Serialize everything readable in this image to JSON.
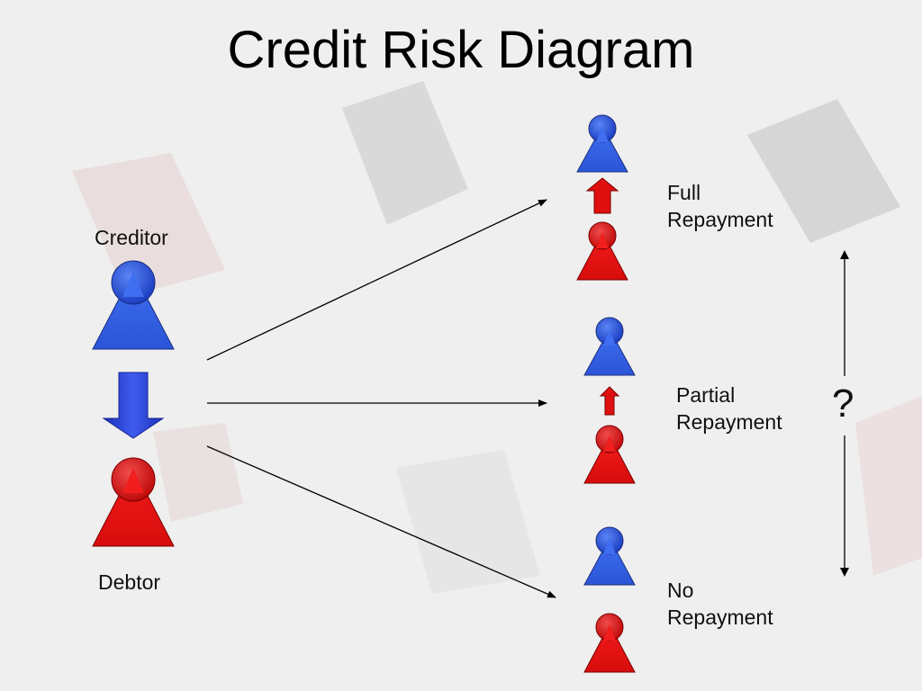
{
  "title": "Credit Risk Diagram",
  "creditor_label": "Creditor",
  "debtor_label": "Debtor",
  "outcomes": [
    {
      "line1": "Full",
      "line2": "Repayment"
    },
    {
      "line1": "Partial",
      "line2": "Repayment"
    },
    {
      "line1": "No",
      "line2": "Repayment"
    }
  ],
  "uncertainty_label": "?",
  "colors": {
    "creditor": "#2f5fe0",
    "debtor": "#e21a1a",
    "transfer_arrow": "#2a46d8",
    "repay_arrow": "#e01010",
    "background": "#efefef"
  }
}
